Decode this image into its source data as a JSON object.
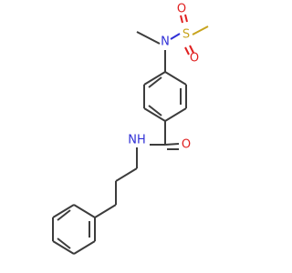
{
  "molecule": {
    "atom_colors": {
      "N": "#2f2fd6",
      "O": "#e02020",
      "S": "#c8a41e",
      "C": "#3c3c3c"
    },
    "labels": {
      "n_sulfonamide": "N",
      "s": "S",
      "o_sulfonyl_left": "O",
      "o_sulfonyl_bottom": "O",
      "nh_amide": "NH",
      "o_amide": "O"
    }
  }
}
